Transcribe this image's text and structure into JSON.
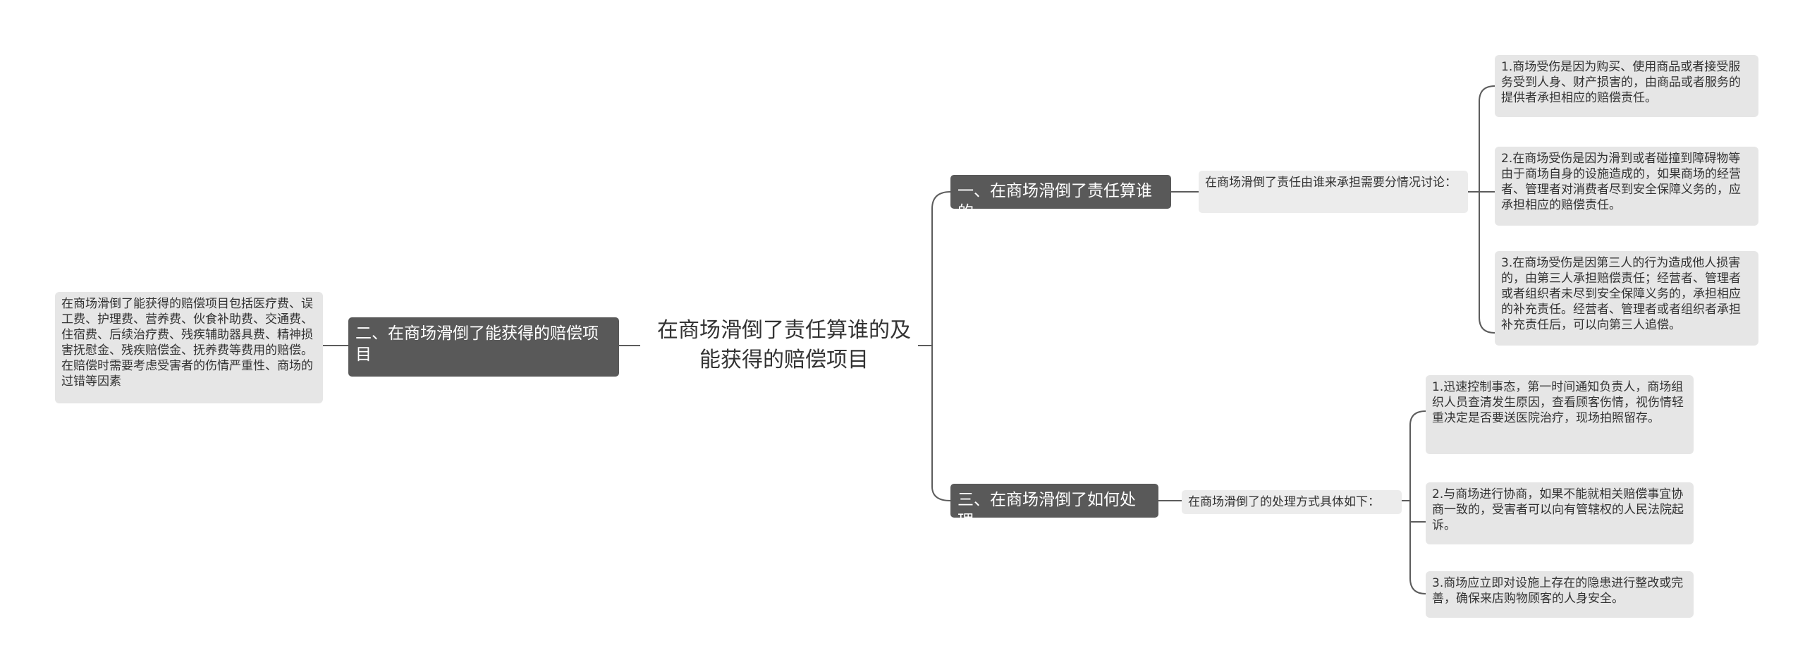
{
  "root": {
    "title": "在商场滑倒了责任算谁的及能获得的赔偿项目"
  },
  "branch1": {
    "label": "一、在商场滑倒了责任算谁的",
    "intro": "在商场滑倒了责任由谁来承担需要分情况讨论：",
    "items": [
      "1.商场受伤是因为购买、使用商品或者接受服务受到人身、财产损害的，由商品或者服务的提供者承担相应的赔偿责任。",
      "2.在商场受伤是因为滑到或者碰撞到障碍物等由于商场自身的设施造成的，如果商场的经营者、管理者对消费者尽到安全保障义务的，应承担相应的赔偿责任。",
      "3.在商场受伤是因第三人的行为造成他人损害的，由第三人承担赔偿责任；经营者、管理者或者组织者未尽到安全保障义务的，承担相应的补充责任。经营者、管理者或者组织者承担补充责任后，可以向第三人追偿。"
    ]
  },
  "branch2": {
    "label": "二、在商场滑倒了能获得的赔偿项目",
    "detail": "在商场滑倒了能获得的赔偿项目包括医疗费、误工费、护理费、营养费、伙食补助费、交通费、住宿费、后续治疗费、残疾辅助器具费、精神损害抚慰金、残疾赔偿金、抚养费等费用的赔偿。在赔偿时需要考虑受害者的伤情严重性、商场的过错等因素"
  },
  "branch3": {
    "label": "三、在商场滑倒了如何处理",
    "intro": "在商场滑倒了的处理方式具体如下：",
    "items": [
      "1.迅速控制事态，第一时间通知负责人，商场组织人员查清发生原因，查看顾客伤情，视伤情轻重决定是否要送医院治疗，现场拍照留存。",
      "2.与商场进行协商，如果不能就相关赔偿事宜协商一致的，受害者可以向有管辖权的人民法院起诉。",
      "3.商场应立即对设施上存在的隐患进行整改或完善，确保来店购物顾客的人身安全。"
    ]
  }
}
